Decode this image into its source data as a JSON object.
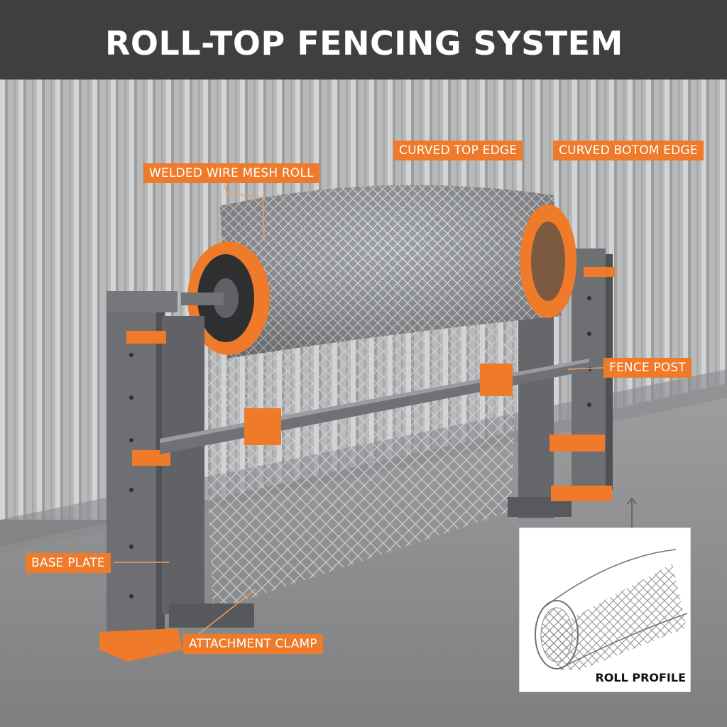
{
  "title": "ROLL-TOP FENCING SYSTEM",
  "callouts": {
    "welded_mesh_roll": "WELDED WIRE MESH ROLL",
    "curved_top_edge": "CURVED TOP EDGE",
    "curved_bottom_edge": "CURVED BOTOM EDGE",
    "fence_post": "FENCE POST",
    "base_plate": "BASE PLATE",
    "attachment_clamp": "ATTACHMENT CLAMP"
  },
  "inset": {
    "label": "ROLL PROFILE"
  },
  "colors": {
    "accent_orange": "#ee7a2a",
    "steel_gray": "#6b6d70",
    "title_bar": "#3a3a3a",
    "wall": "#b9bbbd",
    "floor": "#8f9092"
  }
}
